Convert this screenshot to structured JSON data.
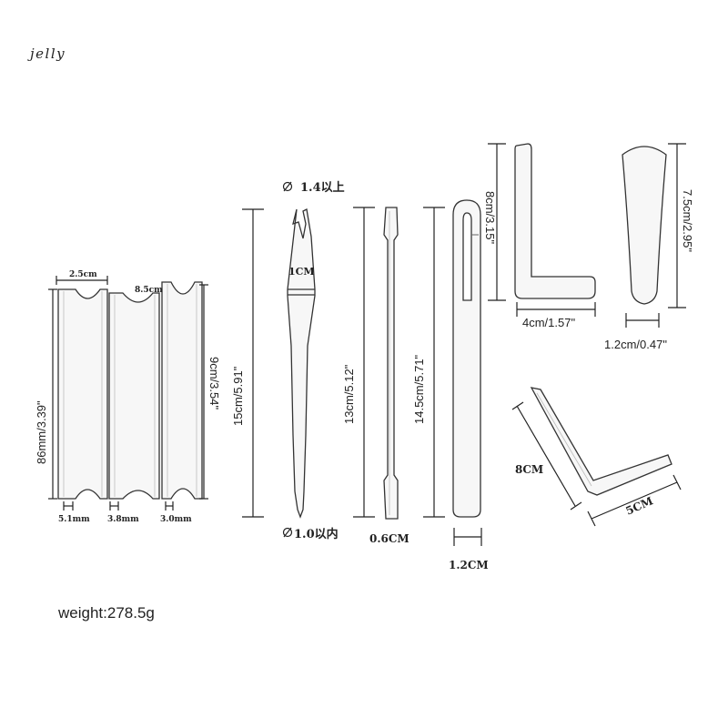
{
  "brand": "jelly",
  "weight_label": "weight:278.5g",
  "tools": {
    "blocks": {
      "width_top": "2.5cm",
      "width_top_small": "8.5cm",
      "height_left": "86mm/3.39\"",
      "height_right": "9cm/3.54\"",
      "groove_1": "5.1mm",
      "groove_2": "3.8mm",
      "groove_3": "3.0mm"
    },
    "hook": {
      "tip_top": "1.4以上",
      "tip_bottom": "1.0以内",
      "width": "1CM",
      "length": "15cm/5.91\""
    },
    "strip": {
      "length": "13cm/5.12\"",
      "thickness": "0.6CM"
    },
    "slotted_bar": {
      "length": "14.5cm/5.71\"",
      "width": "1.2CM"
    },
    "l_tool": {
      "height": "8cm/3.15\"",
      "width": "4cm/1.57\""
    },
    "spatula": {
      "length": "7.5cm/2.95\"",
      "width": "1.2cm/0.47\""
    },
    "angle_tool": {
      "side_a": "8CM",
      "side_b": "5CM"
    }
  }
}
